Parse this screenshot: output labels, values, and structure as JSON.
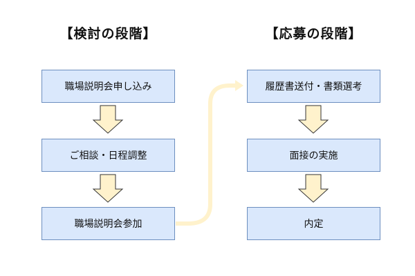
{
  "columns": [
    {
      "title": "【検討の段階】",
      "steps": [
        "職場説明会申し込み",
        "ご相談・日程調整",
        "職場説明会参加"
      ]
    },
    {
      "title": "【応募の段階】",
      "steps": [
        "履歴書送付・書類選考",
        "面接の実施",
        "内定"
      ]
    }
  ],
  "colors": {
    "box_fill": "#dae8fc",
    "box_border": "#6c8ebf",
    "arrow_fill": "#fff2cc",
    "arrow_border": "#333333",
    "connector": "#fff2cc"
  }
}
